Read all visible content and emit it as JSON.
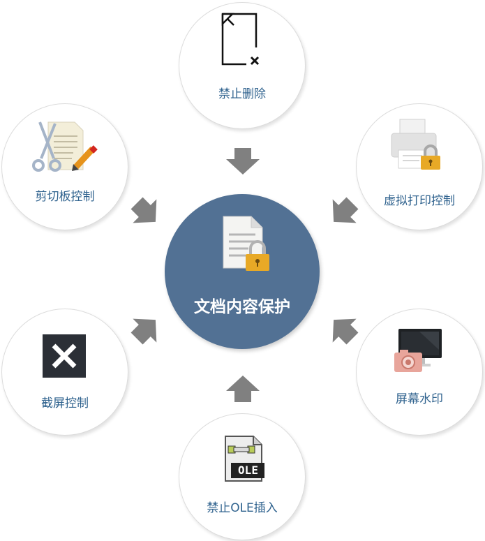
{
  "center": {
    "title": "文档内容保护",
    "icon": "locked-document-icon"
  },
  "nodes": [
    {
      "key": "no-delete",
      "label": "禁止删除",
      "icon": "blank-document-x-icon"
    },
    {
      "key": "clipboard-control",
      "label": "剪切板控制",
      "icon": "scissors-document-pencil-icon"
    },
    {
      "key": "virtual-print-control",
      "label": "虚拟打印控制",
      "icon": "locked-printer-icon"
    },
    {
      "key": "screenshot-control",
      "label": "截屏控制",
      "icon": "expand-arrows-icon"
    },
    {
      "key": "screen-watermark",
      "label": "屏幕水印",
      "icon": "monitor-camera-icon"
    },
    {
      "key": "no-ole-insert",
      "label": "禁止OLE插入",
      "icon": "ole-document-icon"
    }
  ],
  "ole_badge": "OLE",
  "colors": {
    "center": "#527194",
    "label": "#2f628e",
    "arrow": "#808080",
    "node_border": "#dcdcdc"
  }
}
